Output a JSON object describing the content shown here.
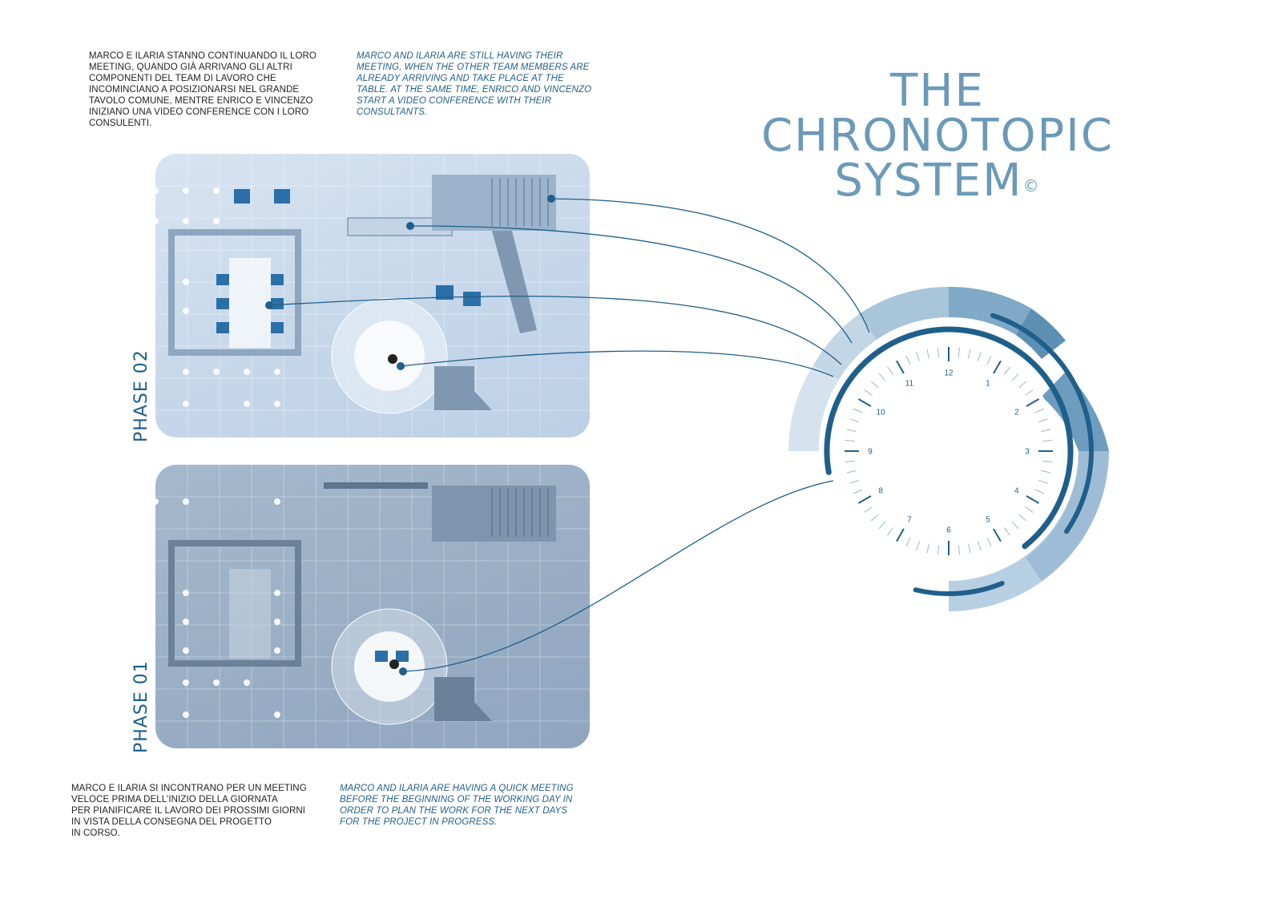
{
  "captions": {
    "top_it": "MARCO E ILARIA STANNO CONTINUANDO IL LORO\nMEETING, QUANDO GIÀ ARRIVANO GLI ALTRI\nCOMPONENTI DEL TEAM DI LAVORO CHE\nINCOMINCIANO A POSIZIONARSI NEL GRANDE\nTAVOLO COMUNE, MENTRE ENRICO E VINCENZO\nINIZIANO UNA VIDEO CONFERENCE CON I LORO\nCONSULENTI.",
    "top_en": "MARCO AND ILARIA ARE STILL HAVING THEIR\nMEETING, WHEN THE OTHER TEAM MEMBERS ARE\nALREADY ARRIVING AND TAKE PLACE AT THE\nTABLE. AT THE SAME TIME, ENRICO AND VINCENZO\nSTART A VIDEO CONFERENCE WITH THEIR\nCONSULTANTS.",
    "bottom_it": "MARCO E ILARIA SI INCONTRANO PER UN MEETING\nVELOCE PRIMA DELL’INIZIO DELLA GIORNATA\nPER PIANIFICARE IL LAVORO DEI PROSSIMI GIORNI\nIN VISTA DELLA CONSEGNA DEL PROGETTO\nIN CORSO.",
    "bottom_en": "MARCO AND ILARIA ARE HAVING A QUICK MEETING\nBEFORE THE BEGINNING OF THE WORKING DAY IN\nORDER TO PLAN THE WORK FOR THE NEXT DAYS\nFOR THE PROJECT IN PROGRESS."
  },
  "title": {
    "line1": "THE",
    "line2": "CHRONOTOPIC",
    "line3": "SYSTEM",
    "mark": "©"
  },
  "phases": {
    "phase2_label": "PHASE 02",
    "phase1_label": "PHASE 01"
  },
  "clock": {
    "hours": [
      "12",
      "1",
      "2",
      "3",
      "4",
      "5",
      "6",
      "7",
      "8",
      "9",
      "10",
      "11"
    ]
  },
  "colors": {
    "dark_blue": "#1f5f8b",
    "mid_blue": "#6b9ab8",
    "light_blue": "#c6d7ea",
    "plan_phase2": "#c6d7ea",
    "plan_phase1": "#98adc4"
  }
}
